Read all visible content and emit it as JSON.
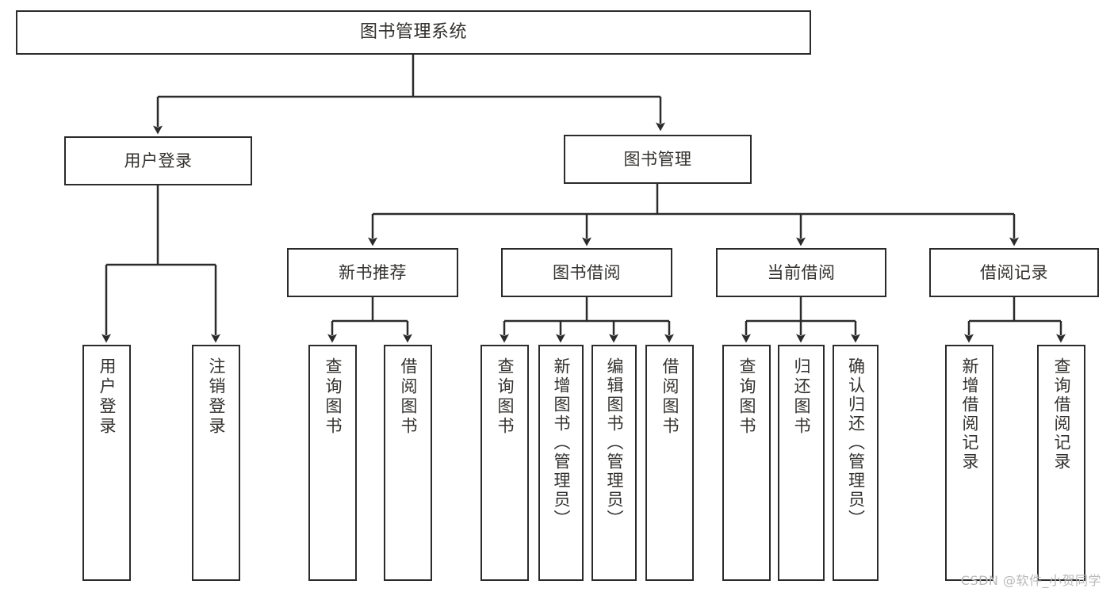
{
  "diagram": {
    "type": "tree",
    "title": "图书管理系统",
    "watermark": "CSDN @软件_小贺同学",
    "colors": {
      "box_border": "#2b2b2b",
      "box_fill": "#ffffff",
      "edge": "#2b2b2b",
      "text": "#33312f",
      "watermark": "#b9b9b9",
      "background": "#ffffff"
    },
    "root": {
      "label": "图书管理系统"
    },
    "level2": [
      {
        "label": "用户登录"
      },
      {
        "label": "图书管理"
      }
    ],
    "level3": [
      {
        "label": "新书推荐"
      },
      {
        "label": "图书借阅"
      },
      {
        "label": "当前借阅"
      },
      {
        "label": "借阅记录"
      }
    ],
    "leaves": {
      "user_login": [
        {
          "label": "用户登录"
        },
        {
          "label": "注销登录"
        }
      ],
      "new_book_recommend": [
        {
          "label": "查询图书"
        },
        {
          "label": "借阅图书"
        }
      ],
      "book_borrow": [
        {
          "label": "查询图书"
        },
        {
          "label": "新增图书（管理员）"
        },
        {
          "label": "编辑图书（管理员）"
        },
        {
          "label": "借阅图书"
        }
      ],
      "current_borrow": [
        {
          "label": "查询图书"
        },
        {
          "label": "归还图书"
        },
        {
          "label": "确认归还（管理员）"
        }
      ],
      "borrow_records": [
        {
          "label": "新增借阅记录"
        },
        {
          "label": "查询借阅记录"
        }
      ]
    }
  }
}
